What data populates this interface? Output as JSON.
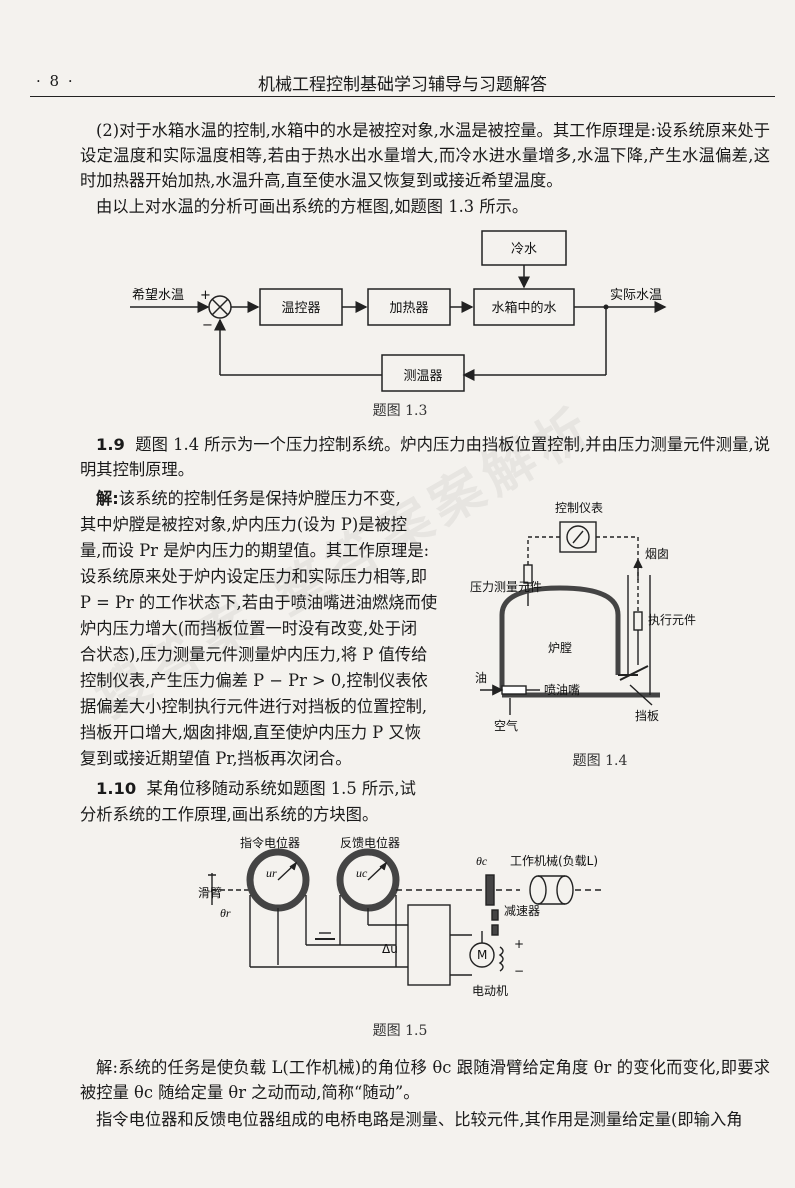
{
  "header": {
    "page_number": "· 8 ·",
    "book_title": "机械工程控制基础学习辅导与习题解答"
  },
  "para1": "(2)对于水箱水温的控制,水箱中的水是被控对象,水温是被控量。其工作原理是:设系统原来处于设定温度和实际温度相等,若由于热水出水量增大,而冷水进水量增多,水温下降,产生水温偏差,这时加热器开始加热,水温升高,直至使水温又恢复到或接近希望温度。",
  "para2": "由以上对水温的分析可画出系统的方框图,如题图 1.3 所示。",
  "fig13": {
    "input_label": "希望水温",
    "plus": "+",
    "minus": "−",
    "cold_water": "冷水",
    "controller": "温控器",
    "heater": "加热器",
    "tank": "水箱中的水",
    "output_label": "实际水温",
    "sensor": "测温器",
    "caption": "题图 1.3"
  },
  "q19": {
    "number": "1.9",
    "text": "题图 1.4 所示为一个压力控制系统。炉内压力由挡板位置控制,并由压力测量元件测量,说明其控制原理。",
    "answer_label": "解:",
    "answer_line1": "该系统的控制任务是保持炉膛压力不变,",
    "answer_line2": "其中炉膛是被控对象,炉内压力(设为 P)是被控",
    "answer_line3": "量,而设 Pr 是炉内压力的期望值。其工作原理是:",
    "answer_line4": "设系统原来处于炉内设定压力和实际压力相等,即",
    "answer_line5": "P = Pr 的工作状态下,若由于喷油嘴进油燃烧而使",
    "answer_line6": "炉内压力增大(而挡板位置一时没有改变,处于闭",
    "answer_line7": "合状态),压力测量元件测量炉内压力,将 P 值传给",
    "answer_line8": "控制仪表,产生压力偏差 P − Pr > 0,控制仪表依",
    "answer_line9": "据偏差大小控制执行元件进行对挡板的位置控制,",
    "answer_line10": "挡板开口增大,烟囱排烟,直至使炉内压力 P 又恢",
    "answer_line11": "复到或接近期望值 Pr,挡板再次闭合。"
  },
  "fig14": {
    "meter": "控制仪表",
    "sensor": "压力测量元件",
    "chimney": "烟囱",
    "actuator": "执行元件",
    "furnace": "炉膛",
    "oil": "油",
    "nozzle": "喷油嘴",
    "air": "空气",
    "damper": "挡板",
    "caption": "题图 1.4"
  },
  "q110": {
    "number": "1.10",
    "line1": "某角位移随动系统如题图 1.5 所示,试",
    "line2": "分析系统的工作原理,画出系统的方块图。"
  },
  "fig15": {
    "cmd_pot": "指令电位器",
    "fb_pot": "反馈电位器",
    "slider": "滑臂",
    "theta_r": "θr",
    "theta_c": "θc",
    "ur": "ur",
    "uc": "uc",
    "du": "Δu",
    "load": "工作机械(负载L)",
    "reducer": "减速器",
    "motor_m": "M",
    "motor": "电动机",
    "plus": "+",
    "minus": "−",
    "caption": "题图 1.5"
  },
  "para_last1": "解:系统的任务是使负载 L(工作机械)的角位移 θc 跟随滑臂给定角度 θr 的变化而变化,即要求被控量 θc 随给定量 θr 之动而动,简称“随动”。",
  "para_last2": "指令电位器和反馈电位器组成的电桥电路是测量、比较元件,其作用是测量给定量(即输入角"
}
